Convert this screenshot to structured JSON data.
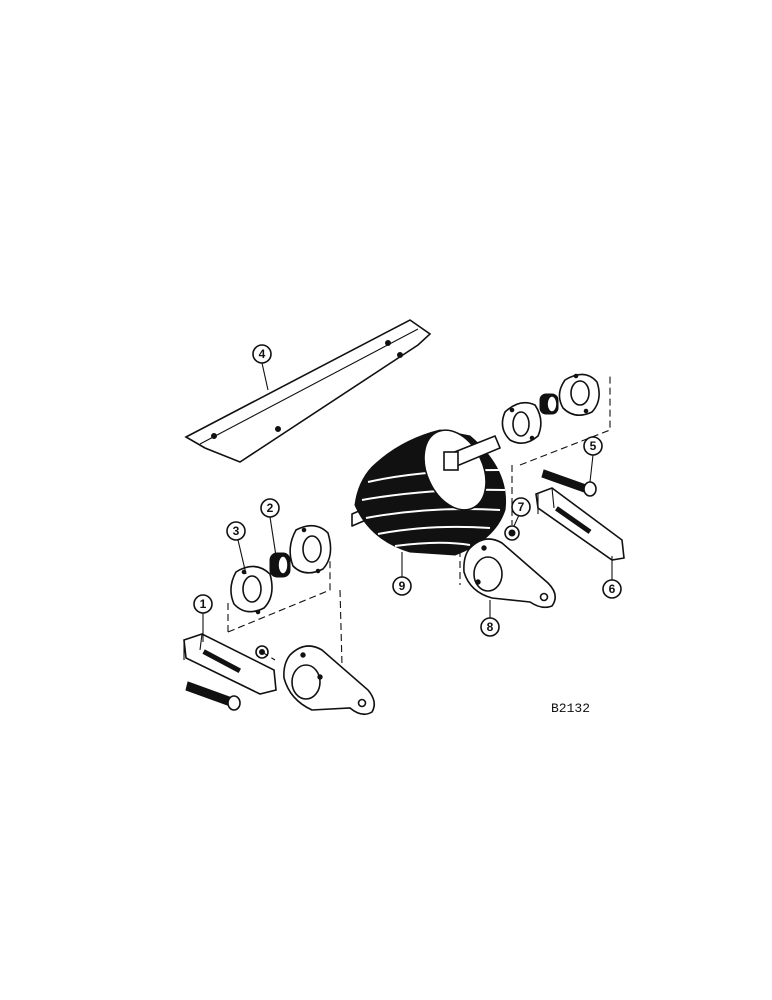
{
  "callouts": {
    "c1": "1",
    "c2": "2",
    "c3": "3",
    "c4": "4",
    "c5": "5",
    "c6": "6",
    "c7": "7",
    "c8": "8",
    "c9": "9"
  },
  "figure_ref": "B2132"
}
